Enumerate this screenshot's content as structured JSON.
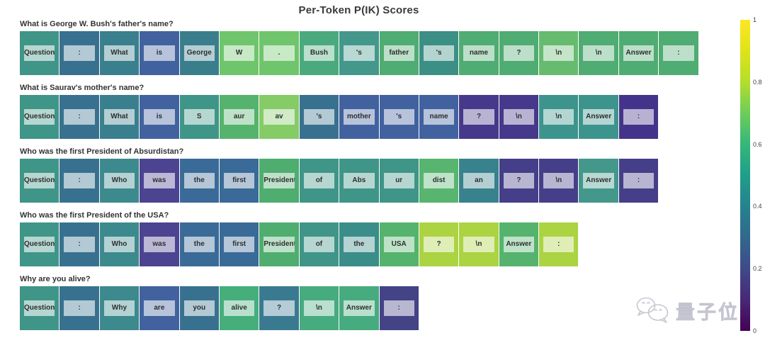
{
  "title": "Per-Token P(IK) Scores",
  "watermark": {
    "text": "量子位",
    "logo": "wechat-bubbles-icon",
    "color": "#c9c9d3"
  },
  "colorbar": {
    "min": 0,
    "max": 1,
    "ticks": [
      "1",
      "0.8",
      "0.6",
      "0.4",
      "0.2",
      "0"
    ],
    "gradient": [
      "#440154",
      "#482878",
      "#3e4a89",
      "#31688e",
      "#26828e",
      "#1f9e89",
      "#35b779",
      "#6dcd59",
      "#b4de2c",
      "#dfe318",
      "#fde725"
    ]
  },
  "chart_data": {
    "type": "heatmap",
    "title": "Per-Token P(IK) Scores",
    "colormap": "viridis",
    "value_range": [
      0,
      1
    ],
    "legend_position": "right-colorbar",
    "rows": [
      {
        "question": "What is George W. Bush's father's name?",
        "tokens": [
          {
            "text": "Question",
            "score": 0.45,
            "color": "#3F9587"
          },
          {
            "text": ":",
            "score": 0.32,
            "color": "#38718F"
          },
          {
            "text": "What",
            "score": 0.37,
            "color": "#3A7F8D"
          },
          {
            "text": "is",
            "score": 0.25,
            "color": "#41629F"
          },
          {
            "text": "George",
            "score": 0.37,
            "color": "#3A7E8C"
          },
          {
            "text": "W",
            "score": 0.7,
            "color": "#6FC56B"
          },
          {
            "text": ".",
            "score": 0.7,
            "color": "#6FC56B"
          },
          {
            "text": "Bush",
            "score": 0.58,
            "color": "#4AAA7D"
          },
          {
            "text": "'s",
            "score": 0.47,
            "color": "#43988B"
          },
          {
            "text": "father",
            "score": 0.62,
            "color": "#4FAC72"
          },
          {
            "text": "'s",
            "score": 0.42,
            "color": "#3C8F85"
          },
          {
            "text": "name",
            "score": 0.62,
            "color": "#4FAC72"
          },
          {
            "text": "?",
            "score": 0.62,
            "color": "#4FAC72"
          },
          {
            "text": "\\n",
            "score": 0.66,
            "color": "#66BB6F"
          },
          {
            "text": "\\n",
            "score": 0.62,
            "color": "#4FAC72"
          },
          {
            "text": "Answer",
            "score": 0.62,
            "color": "#4FAC72"
          },
          {
            "text": ":",
            "score": 0.62,
            "color": "#4FAC72"
          }
        ]
      },
      {
        "question": "What is Saurav's mother's name?",
        "tokens": [
          {
            "text": "Question",
            "score": 0.45,
            "color": "#3F9587"
          },
          {
            "text": ":",
            "score": 0.32,
            "color": "#38718F"
          },
          {
            "text": "What",
            "score": 0.37,
            "color": "#3A7F8D"
          },
          {
            "text": "is",
            "score": 0.25,
            "color": "#41629F"
          },
          {
            "text": "S",
            "score": 0.45,
            "color": "#3F9587"
          },
          {
            "text": "aur",
            "score": 0.63,
            "color": "#55B36E"
          },
          {
            "text": "av",
            "score": 0.73,
            "color": "#85CB66"
          },
          {
            "text": "'s",
            "score": 0.32,
            "color": "#38718F"
          },
          {
            "text": "mother",
            "score": 0.25,
            "color": "#41629F"
          },
          {
            "text": "'s",
            "score": 0.25,
            "color": "#41629F"
          },
          {
            "text": "name",
            "score": 0.25,
            "color": "#41629F"
          },
          {
            "text": "?",
            "score": 0.14,
            "color": "#46398B"
          },
          {
            "text": "\\n",
            "score": 0.14,
            "color": "#46398B"
          },
          {
            "text": "\\n",
            "score": 0.44,
            "color": "#3C948D"
          },
          {
            "text": "Answer",
            "score": 0.44,
            "color": "#3C948D"
          },
          {
            "text": ":",
            "score": 0.13,
            "color": "#44338A"
          }
        ]
      },
      {
        "question": "Who was the first President of Absurdistan?",
        "tokens": [
          {
            "text": "Question",
            "score": 0.45,
            "color": "#3F9587"
          },
          {
            "text": ":",
            "score": 0.32,
            "color": "#38718F"
          },
          {
            "text": "Who",
            "score": 0.4,
            "color": "#3C8A8D"
          },
          {
            "text": "was",
            "score": 0.17,
            "color": "#4C4391"
          },
          {
            "text": "the",
            "score": 0.29,
            "color": "#3A6A97"
          },
          {
            "text": "first",
            "score": 0.29,
            "color": "#3A6A97"
          },
          {
            "text": "President",
            "score": 0.63,
            "color": "#4FAD6F"
          },
          {
            "text": "of",
            "score": 0.45,
            "color": "#3F9587"
          },
          {
            "text": "Abs",
            "score": 0.45,
            "color": "#3F9587"
          },
          {
            "text": "ur",
            "score": 0.45,
            "color": "#3F9587"
          },
          {
            "text": "dist",
            "score": 0.64,
            "color": "#57B56F"
          },
          {
            "text": "an",
            "score": 0.38,
            "color": "#37828C"
          },
          {
            "text": "?",
            "score": 0.16,
            "color": "#453E88"
          },
          {
            "text": "\\n",
            "score": 0.16,
            "color": "#453E88"
          },
          {
            "text": "Answer",
            "score": 0.46,
            "color": "#43988B"
          },
          {
            "text": ":",
            "score": 0.16,
            "color": "#453E88"
          }
        ]
      },
      {
        "question": "Who was the first President of the USA?",
        "tokens": [
          {
            "text": "Question",
            "score": 0.45,
            "color": "#3F9587"
          },
          {
            "text": ":",
            "score": 0.32,
            "color": "#38718F"
          },
          {
            "text": "Who",
            "score": 0.4,
            "color": "#3C8A8D"
          },
          {
            "text": "was",
            "score": 0.17,
            "color": "#4C4391"
          },
          {
            "text": "the",
            "score": 0.29,
            "color": "#3A6A97"
          },
          {
            "text": "first",
            "score": 0.29,
            "color": "#3A6A97"
          },
          {
            "text": "President",
            "score": 0.63,
            "color": "#4FAD6F"
          },
          {
            "text": "of",
            "score": 0.45,
            "color": "#3F9587"
          },
          {
            "text": "the",
            "score": 0.42,
            "color": "#3A8D88"
          },
          {
            "text": "USA",
            "score": 0.63,
            "color": "#55B36E"
          },
          {
            "text": "?",
            "score": 0.8,
            "color": "#ABD342"
          },
          {
            "text": "\\n",
            "score": 0.8,
            "color": "#ABD342"
          },
          {
            "text": "Answer",
            "score": 0.63,
            "color": "#55B36E"
          },
          {
            "text": ":",
            "score": 0.8,
            "color": "#ABD342"
          }
        ]
      },
      {
        "question": "Why are you alive?",
        "tokens": [
          {
            "text": "Question",
            "score": 0.45,
            "color": "#3F9587"
          },
          {
            "text": ":",
            "score": 0.32,
            "color": "#38718F"
          },
          {
            "text": "Why",
            "score": 0.4,
            "color": "#3C8A8D"
          },
          {
            "text": "are",
            "score": 0.25,
            "color": "#41629F"
          },
          {
            "text": "you",
            "score": 0.32,
            "color": "#38718F"
          },
          {
            "text": "alive",
            "score": 0.56,
            "color": "#45AE7B"
          },
          {
            "text": "?",
            "score": 0.34,
            "color": "#3A7A90"
          },
          {
            "text": "\\n",
            "score": 0.54,
            "color": "#47AB80"
          },
          {
            "text": "Answer",
            "score": 0.54,
            "color": "#47AB80"
          },
          {
            "text": ":",
            "score": 0.17,
            "color": "#444386"
          }
        ]
      }
    ]
  }
}
